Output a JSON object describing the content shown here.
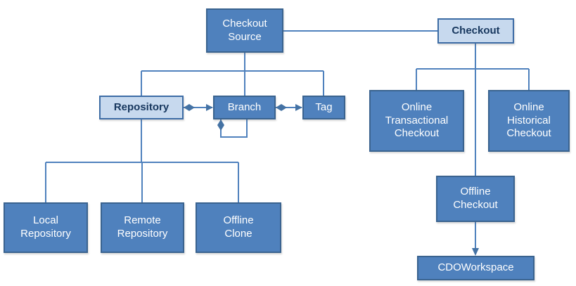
{
  "diagram": {
    "nodes": {
      "checkout_source": {
        "label": "Checkout Source"
      },
      "checkout": {
        "label": "Checkout"
      },
      "repository": {
        "label": "Repository"
      },
      "branch": {
        "label": "Branch"
      },
      "tag": {
        "label": "Tag"
      },
      "online_transactional": {
        "label": "Online Transactional Checkout"
      },
      "online_historical": {
        "label": "Online Historical Checkout"
      },
      "offline_checkout": {
        "label": "Offline Checkout"
      },
      "cdoworkspace": {
        "label": "CDOWorkspace"
      },
      "local_repository": {
        "label": "Local Repository"
      },
      "remote_repository": {
        "label": "Remote Repository"
      },
      "offline_clone": {
        "label": "Offline Clone"
      }
    },
    "edges": [
      {
        "from": "checkout_source",
        "to": "checkout",
        "type": "line"
      },
      {
        "from": "checkout_source",
        "to": "repository",
        "type": "line"
      },
      {
        "from": "checkout_source",
        "to": "branch",
        "type": "line"
      },
      {
        "from": "checkout_source",
        "to": "tag",
        "type": "line"
      },
      {
        "from": "repository",
        "to": "branch",
        "type": "aggregation-arrow"
      },
      {
        "from": "branch",
        "to": "tag",
        "type": "aggregation-arrow"
      },
      {
        "from": "branch",
        "to": "branch",
        "type": "self-aggregation"
      },
      {
        "from": "repository",
        "to": "local_repository",
        "type": "line"
      },
      {
        "from": "repository",
        "to": "remote_repository",
        "type": "line"
      },
      {
        "from": "repository",
        "to": "offline_clone",
        "type": "line"
      },
      {
        "from": "checkout",
        "to": "online_transactional",
        "type": "line"
      },
      {
        "from": "checkout",
        "to": "online_historical",
        "type": "line"
      },
      {
        "from": "checkout",
        "to": "offline_checkout",
        "type": "line"
      },
      {
        "from": "offline_checkout",
        "to": "cdoworkspace",
        "type": "arrow"
      }
    ],
    "colors": {
      "dark_fill": "#4f81bd",
      "dark_border": "#3a638f",
      "light_fill": "#c7d9ee",
      "light_text": "#17375e",
      "node_text": "#ffffff",
      "line": "#4f81bd"
    }
  }
}
